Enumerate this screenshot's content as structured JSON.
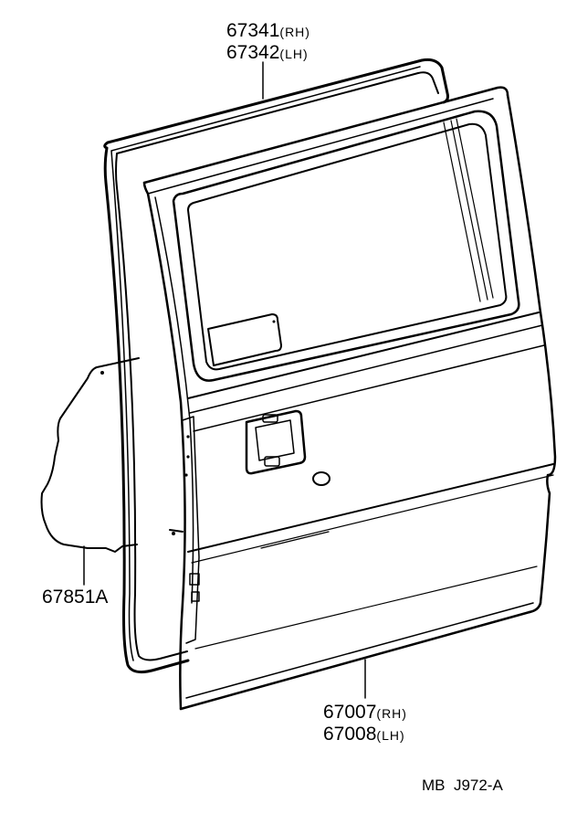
{
  "diagram": {
    "callouts": [
      {
        "id": "weatherstrip_rh",
        "number": "67341",
        "suffix": "(RH)"
      },
      {
        "id": "weatherstrip_lh",
        "number": "67342",
        "suffix": "(LH)"
      },
      {
        "id": "service_hole_cover",
        "number": "67851A",
        "suffix": ""
      },
      {
        "id": "door_panel_rh",
        "number": "67007",
        "suffix": "(RH)"
      },
      {
        "id": "door_panel_lh",
        "number": "67008",
        "suffix": "(LH)"
      }
    ],
    "footer_code": "MB  J972-A"
  }
}
